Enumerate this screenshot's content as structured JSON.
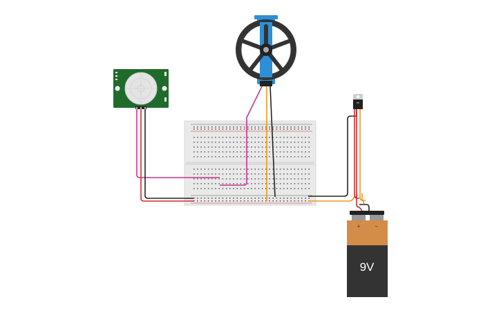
{
  "battery": {
    "label": "9V",
    "plus": "+",
    "minus": "−"
  },
  "colors": {
    "wire_red": "#d42a2a",
    "wire_black": "#222222",
    "wire_orange": "#e69a1c",
    "wire_magenta": "#c2338f",
    "pir_board": "#1f6b2c",
    "servo_blue": "#2d8fd5",
    "battery_top": "#d48c49",
    "battery_body": "#333333",
    "breadboard": "#e9e9e9"
  },
  "components": [
    "pir-motion-sensor",
    "micro-servo",
    "breadboard",
    "voltage-regulator",
    "9v-battery"
  ]
}
